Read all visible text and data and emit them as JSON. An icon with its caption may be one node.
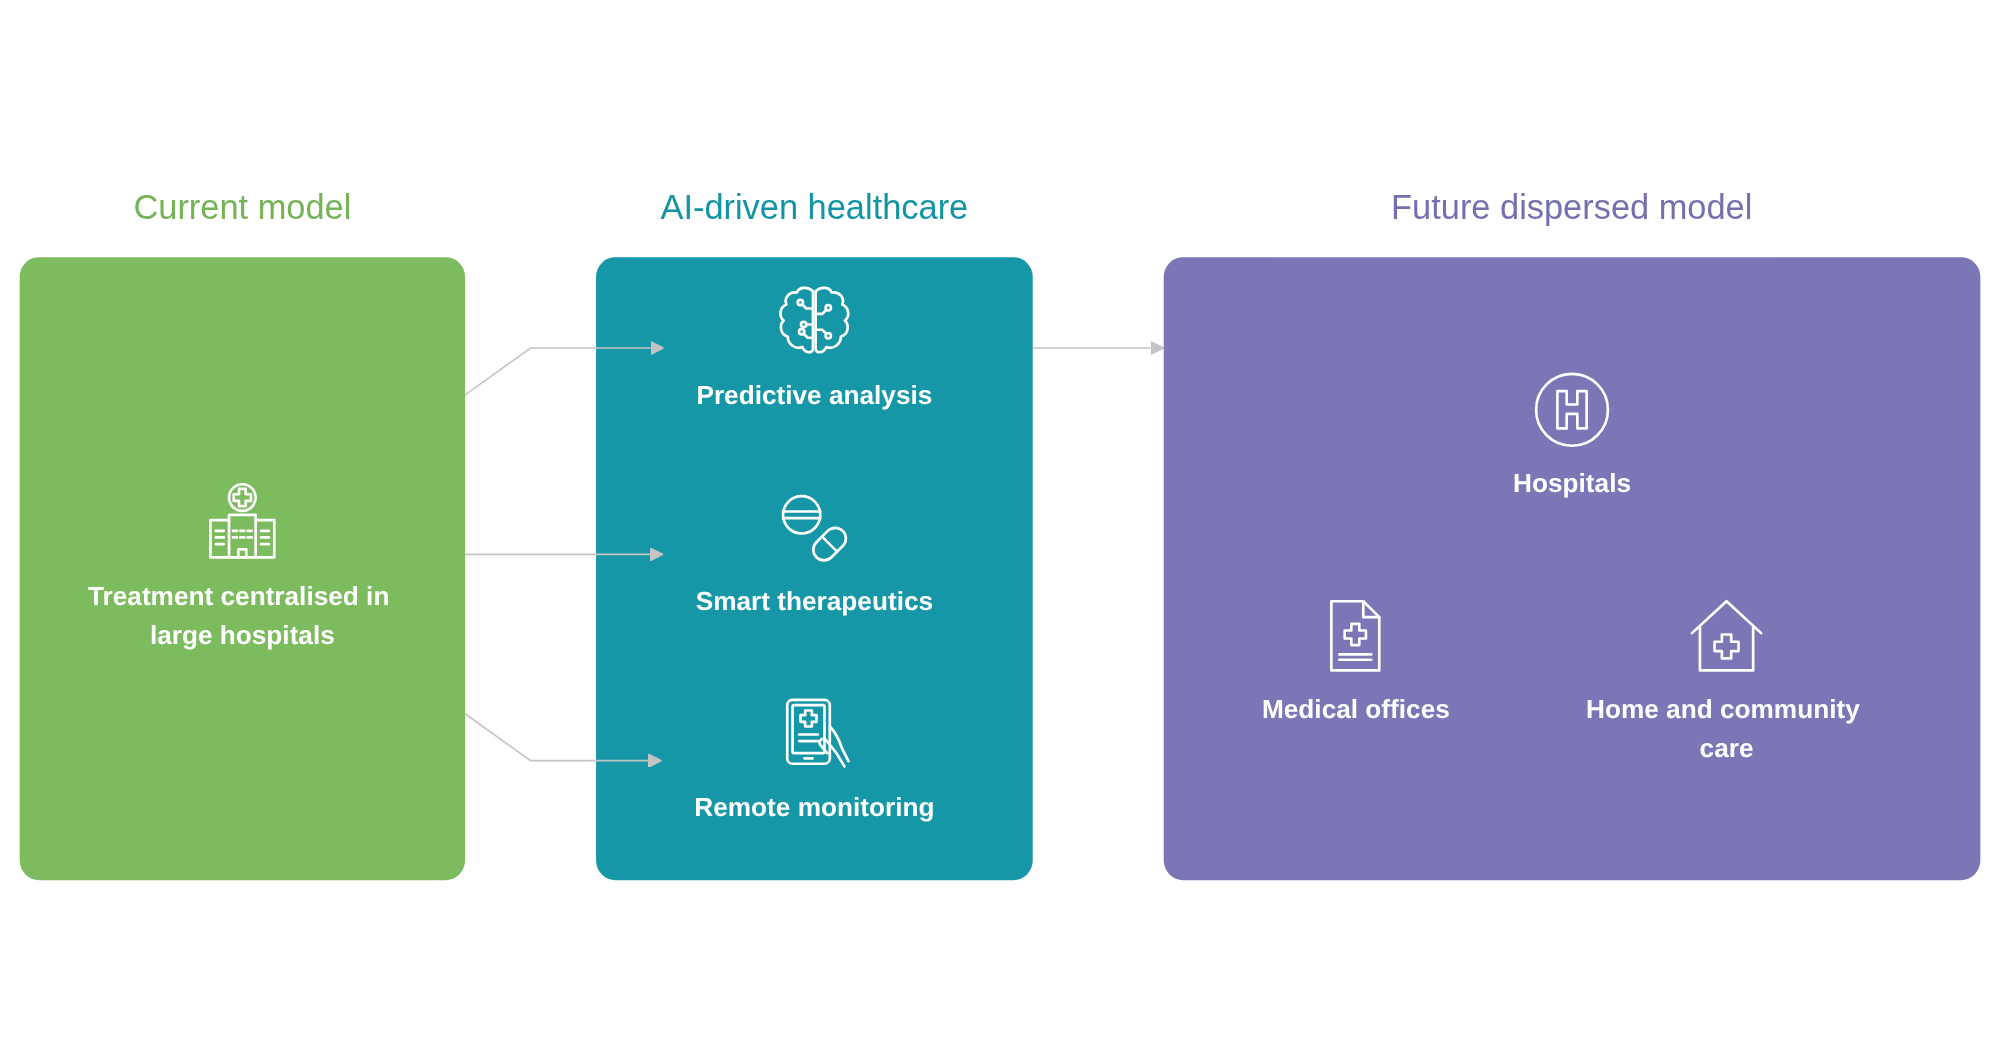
{
  "diagram": {
    "nodes": [
      {
        "text": [
          "Current model"
        ]
      },
      {
        "text": [
          "Treatment centralised in large hospitals"
        ],
        "in": 0
      },
      {
        "text": [
          "AI-driven healthcare"
        ]
      },
      {
        "text": [
          "Predictive analysis"
        ],
        "in": 2
      },
      {
        "text": [
          "Smart therapeutics"
        ],
        "in": 2
      },
      {
        "text": [
          "Remote monitoring"
        ],
        "in": 2
      },
      {
        "text": [
          "Future dispersed model"
        ]
      },
      {
        "text": [
          "Hospitals"
        ],
        "in": 6
      },
      {
        "text": [
          "Medical offices"
        ],
        "in": 6
      },
      {
        "text": [
          "Home and community care"
        ],
        "in": 6
      }
    ],
    "edges": [
      {
        "from": 0,
        "to": 3,
        "arrow": "to"
      },
      {
        "from": 0,
        "to": 4,
        "arrow": "to"
      },
      {
        "from": 0,
        "to": 5,
        "arrow": "to"
      },
      {
        "from": 2,
        "to": 6,
        "arrow": "to"
      }
    ]
  }
}
